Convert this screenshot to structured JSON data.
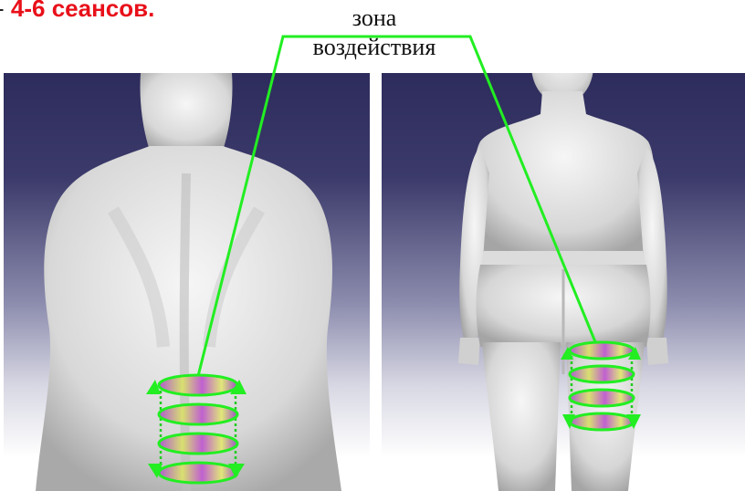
{
  "header": {
    "title_dash": "-",
    "title": "4-6 сеансов."
  },
  "zone_label": {
    "line1": "зона",
    "line2": "воздействия"
  },
  "colors": {
    "title_red": "#e8101a",
    "pointer_green": "#22ee22",
    "background_top": "#2d2c5c",
    "disk_purple": "#c060d0",
    "disk_yellow": "#d8e070"
  },
  "panels": [
    {
      "view": "back-torso-closeup",
      "disk_count": 4
    },
    {
      "view": "back-full-body-thigh",
      "disk_count": 4
    }
  ]
}
